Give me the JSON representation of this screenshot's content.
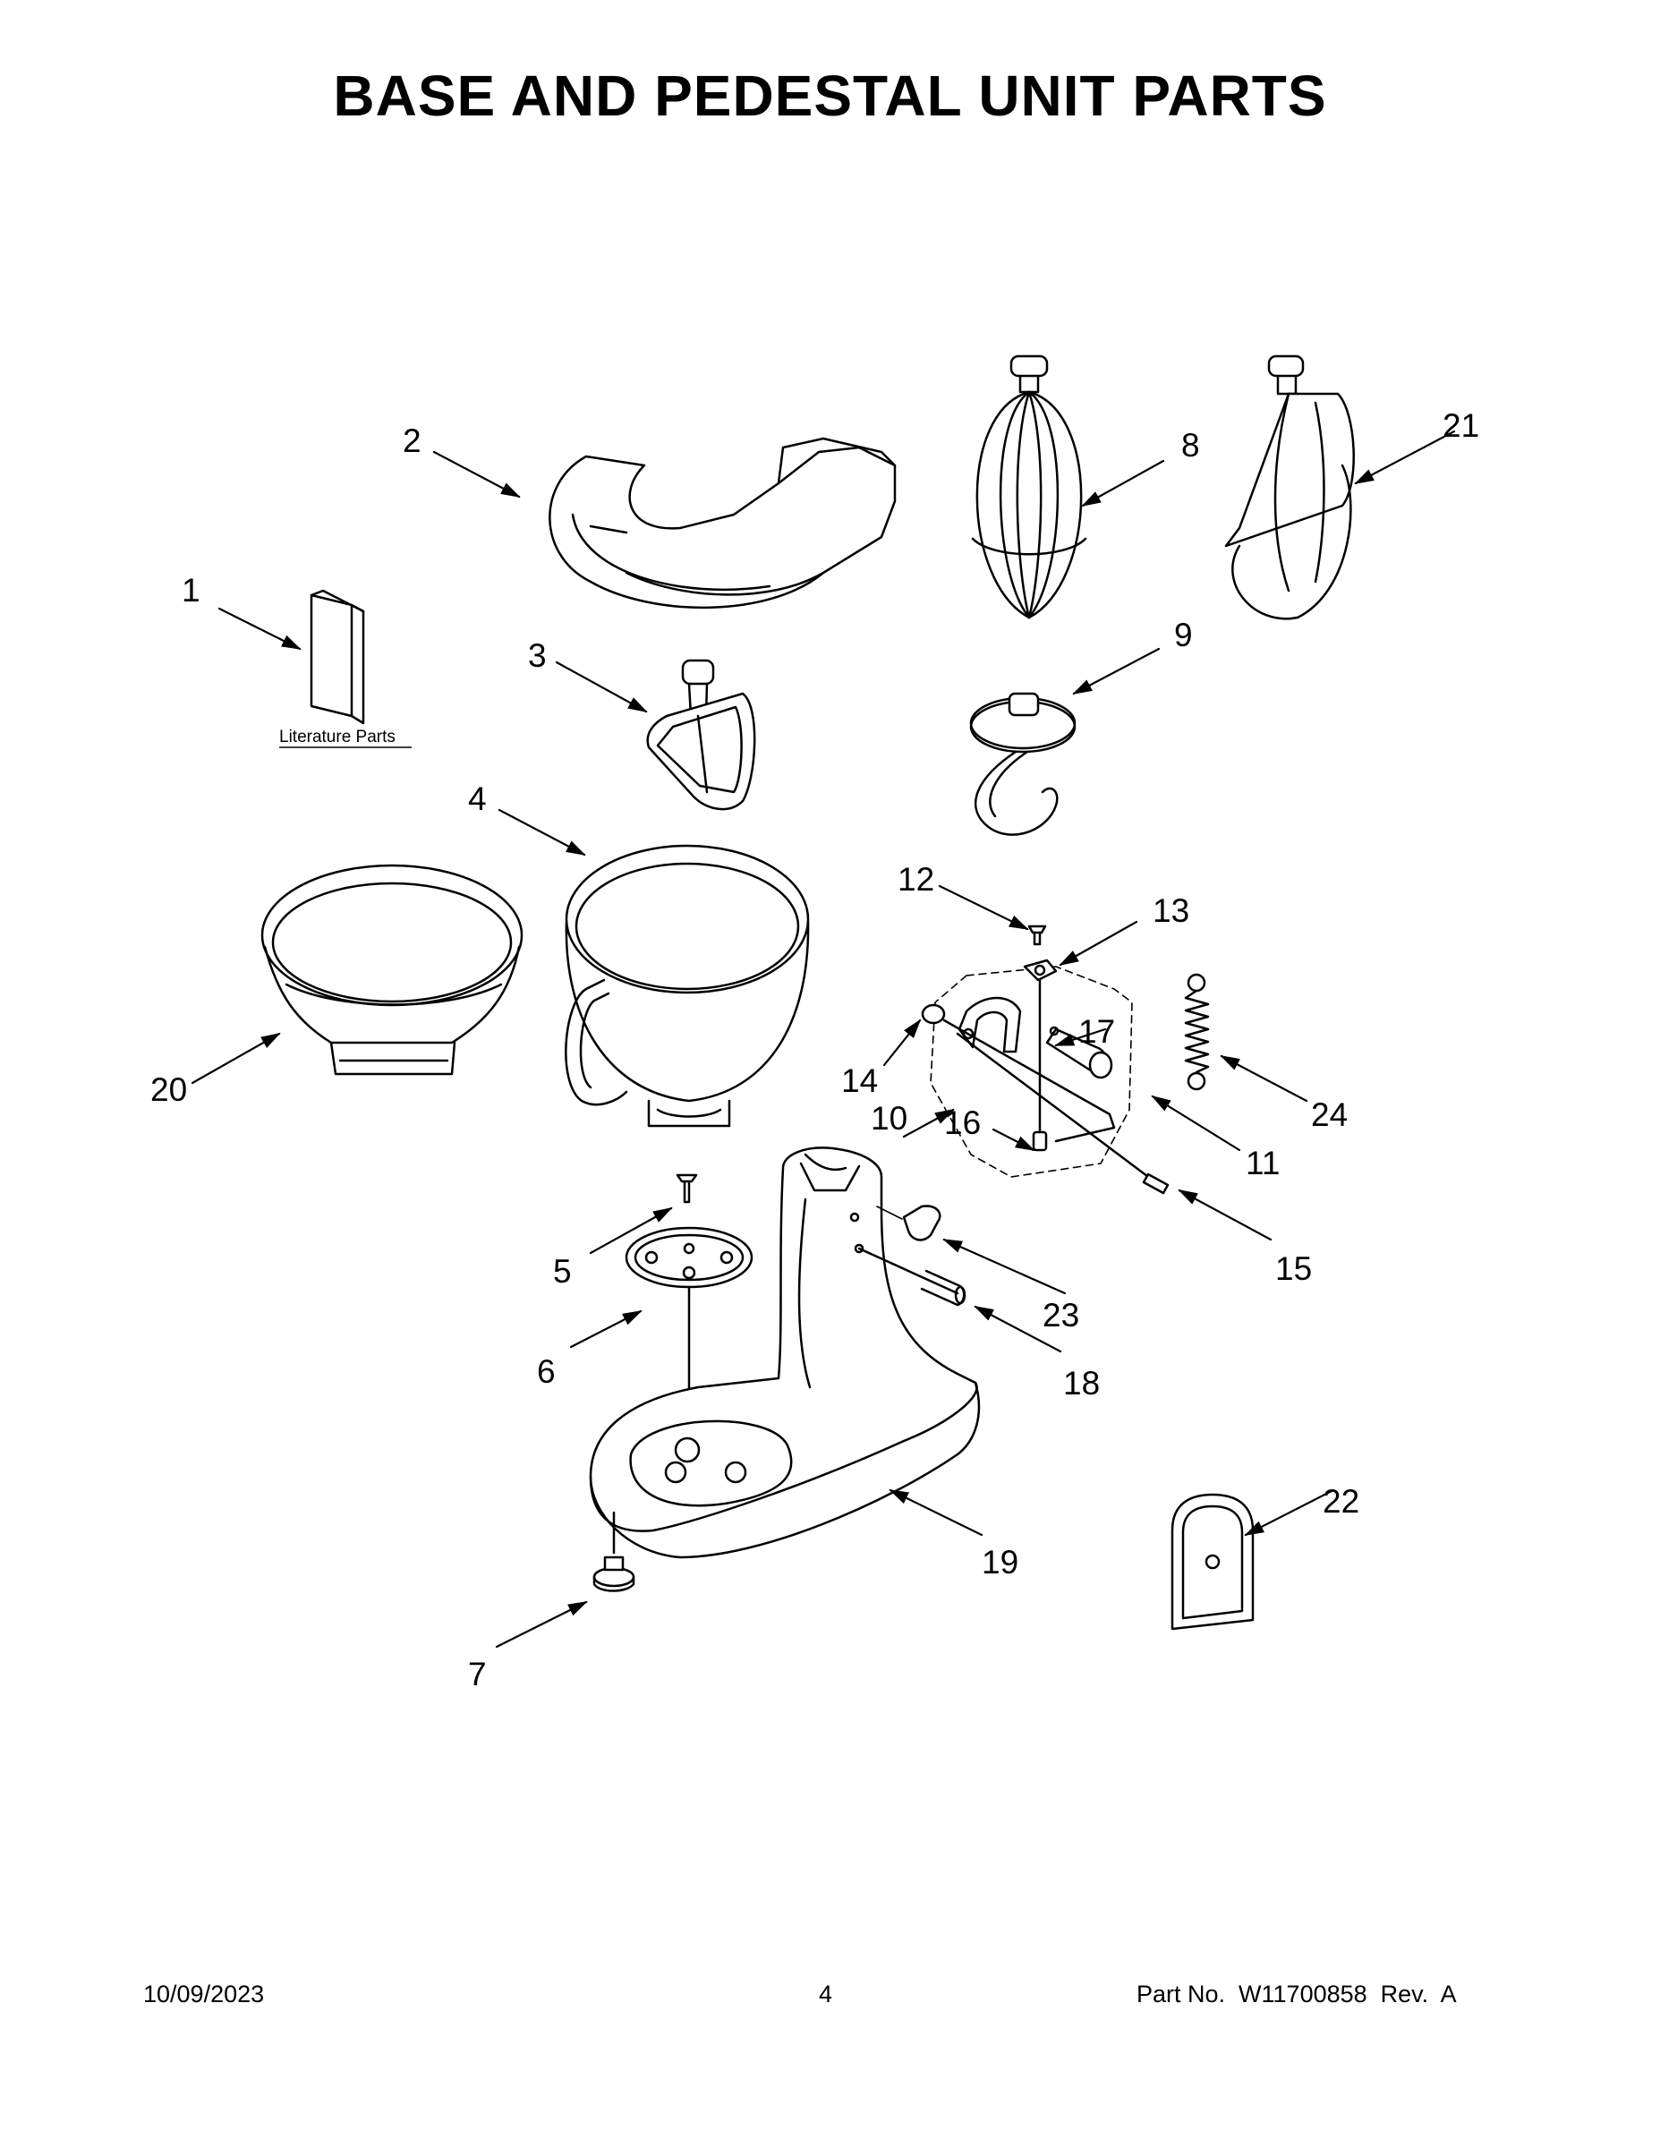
{
  "title": "BASE AND PEDESTAL UNIT PARTS",
  "literature_label": "Literature Parts",
  "callouts": [
    "1",
    "2",
    "3",
    "4",
    "5",
    "6",
    "7",
    "8",
    "9",
    "10",
    "11",
    "12",
    "13",
    "14",
    "15",
    "16",
    "17",
    "18",
    "19",
    "20",
    "21",
    "22",
    "23",
    "24"
  ],
  "footer": {
    "date": "10/09/2023",
    "page": "4",
    "part": "Part No.  W11700858  Rev.  A"
  }
}
